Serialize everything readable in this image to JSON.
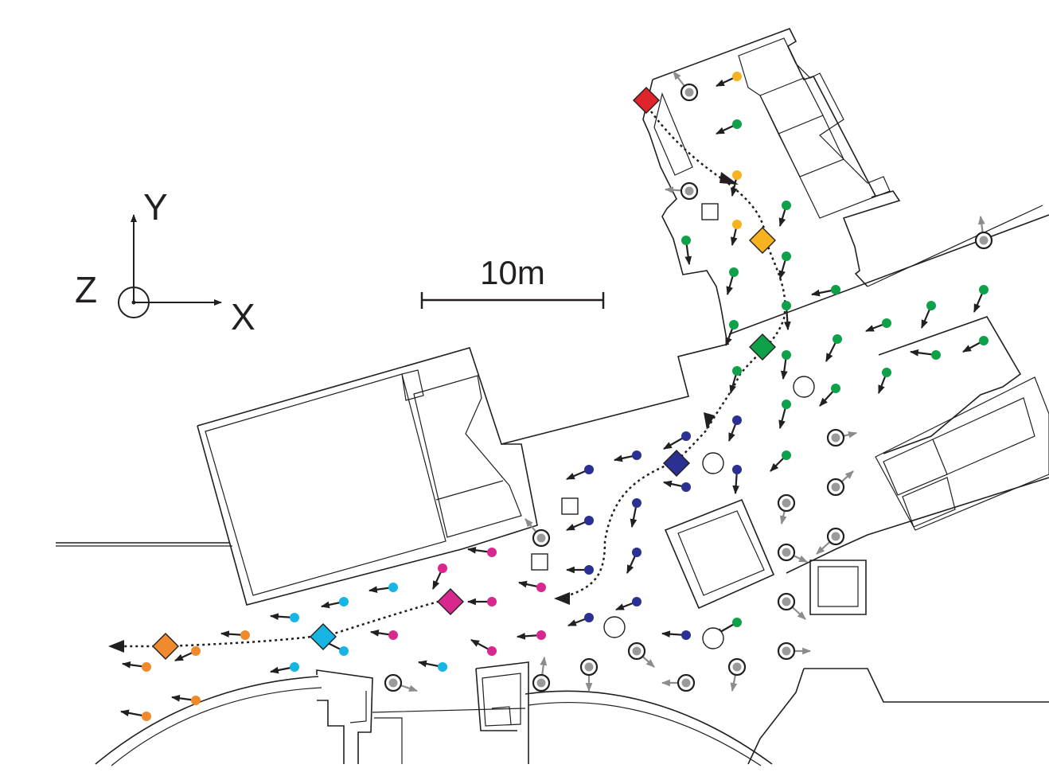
{
  "axes": {
    "y_label": "Y",
    "z_label": "Z",
    "x_label": "X"
  },
  "scale_bar": {
    "label": "10m"
  },
  "colors": {
    "ink": "#231f20",
    "red": "#e0242c",
    "yellow": "#f6b220",
    "green": "#0ea14a",
    "navy": "#2b3192",
    "magenta": "#d8278d",
    "cyan": "#17b5e4",
    "orange": "#f08a2c",
    "grey_arrow": "#8c8c8c",
    "grey_dot": "#9a9a9a"
  },
  "legend_icons": [
    "diamond-waypoint-marker",
    "colored-dot-with-arrow",
    "ringed-grey-dot-with-arrow",
    "open-square-marker",
    "open-circle-marker"
  ]
}
